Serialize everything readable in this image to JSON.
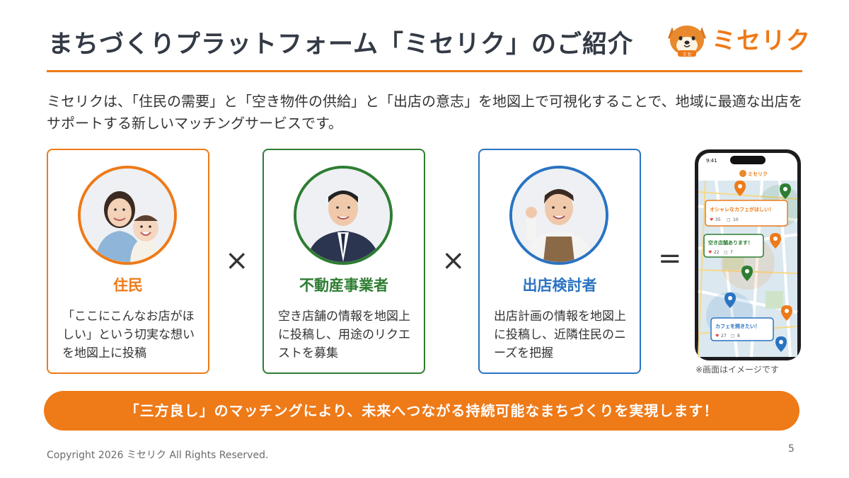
{
  "header": {
    "title": "まちづくりプラットフォーム「ミセリク」のご紹介",
    "logo_text": "ミセリク",
    "logo_badge": "ミセ"
  },
  "intro": "ミセリクは、「住民の需要」と「空き物件の供給」と「出店の意志」を地図上で可視化することで、地域に最適な出店をサポートする新しいマッチングサービスです。",
  "cards": [
    {
      "role": "住民",
      "desc": "「ここにこんなお店がほしい」という切実な想いを地図上に投稿",
      "color": "#ee7a18"
    },
    {
      "role": "不動産事業者",
      "desc": "空き店舗の情報を地図上に投稿し、用途のリクエストを募集",
      "color": "#2e7d32"
    },
    {
      "role": "出店検討者",
      "desc": "出店計画の情報を地図上に投稿し、近隣住民のニーズを把握",
      "color": "#2a73c2"
    }
  ],
  "operators": {
    "times": "×",
    "equals": "="
  },
  "phone": {
    "time": "9:41",
    "app_name": "ミセリク",
    "bubbles": [
      {
        "text": "オシャレなカフェがほしい！",
        "likes": "35",
        "comments": "10",
        "color": "#ee7a18"
      },
      {
        "text": "空き店舗あります！",
        "likes": "22",
        "comments": "7",
        "color": "#2e7d32"
      },
      {
        "text": "カフェを開きたい！",
        "likes": "27",
        "comments": "8",
        "color": "#2a73c2"
      }
    ]
  },
  "note": "※画面はイメージです",
  "banner": "「三方良し」のマッチングにより、未来へつながる持続可能なまちづくりを実現します！",
  "footer": {
    "copyright": "Copyright 2026 ミセリク All Rights Reserved.",
    "page": "5"
  }
}
